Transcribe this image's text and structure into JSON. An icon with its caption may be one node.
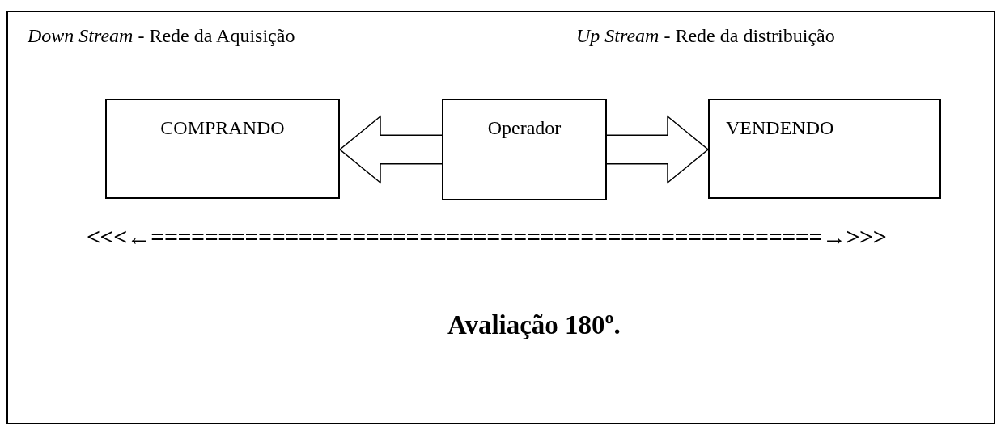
{
  "diagram": {
    "nodes": [
      {
        "text": [
          "COMPRANDO"
        ]
      },
      {
        "text": [
          "Operador"
        ]
      },
      {
        "text": [
          "VENDENDO"
        ]
      }
    ],
    "edges": [
      {
        "from": 1,
        "to": 0,
        "arrow": "to"
      },
      {
        "from": 1,
        "to": 2,
        "arrow": "to"
      }
    ],
    "labels": [
      "*Down Stream* - Rede da Aquisição",
      "*Up Stream* - Rede da distribuição",
      "<<<←==================================================→>>>",
      "Avaliação 180º."
    ]
  }
}
